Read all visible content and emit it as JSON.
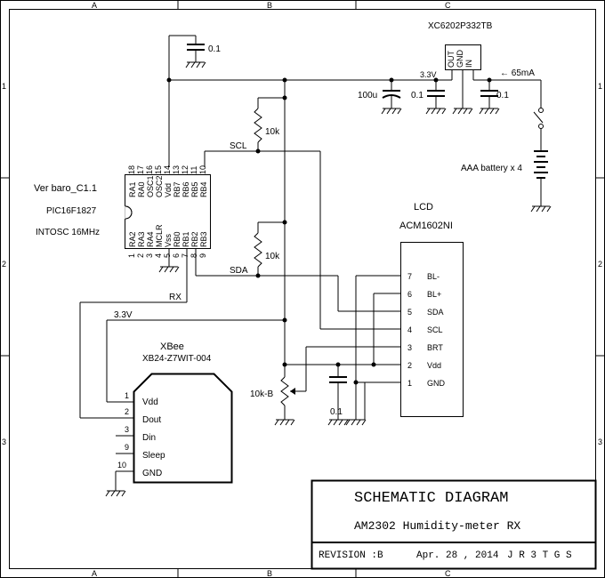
{
  "frame": {
    "col_labels": [
      "A",
      "B",
      "C"
    ],
    "row_labels": [
      "1",
      "2",
      "3"
    ]
  },
  "regulator": {
    "name": "XC6202P332TB",
    "pins": [
      "OUT",
      "GND",
      "IN"
    ],
    "output_label": "3.3V"
  },
  "capacitors": {
    "top": "0.1",
    "bulk": "100u",
    "reg_out": "0.1",
    "reg_in": "0.1",
    "lcd": "0.1"
  },
  "battery": {
    "current": "← 65mA",
    "label": "AAA battery x 4"
  },
  "mcu": {
    "title": "Ver baro_C1.1",
    "part": "PIC16F1827",
    "osc": "INTOSC 16MHz",
    "top_pin_names": [
      "RA1",
      "RA0",
      "OSC1",
      "OSC2",
      "Vdd",
      "RB7",
      "RB6",
      "RB5",
      "RB4"
    ],
    "top_pin_nums": [
      "18",
      "17",
      "16",
      "15",
      "14",
      "13",
      "12",
      "11",
      "10"
    ],
    "bottom_pin_names": [
      "RA2",
      "RA3",
      "RA4",
      "MCLR",
      "Vss",
      "RB0",
      "RB1",
      "RB2",
      "RB3"
    ],
    "bottom_pin_nums": [
      "1",
      "2",
      "3",
      "4",
      "5",
      "6",
      "7",
      "8",
      "9"
    ]
  },
  "nets": {
    "scl": "SCL",
    "sda": "SDA",
    "rx": "RX",
    "v33": "3.3V"
  },
  "resistors": {
    "r_scl": "10k",
    "r_sda": "10k",
    "pot": "10k-B"
  },
  "lcd": {
    "title": "LCD",
    "part": "ACM1602NI",
    "pins": [
      {
        "num": "7",
        "name": "BL-"
      },
      {
        "num": "6",
        "name": "BL+"
      },
      {
        "num": "5",
        "name": "SDA"
      },
      {
        "num": "4",
        "name": "SCL"
      },
      {
        "num": "3",
        "name": "BRT"
      },
      {
        "num": "2",
        "name": "Vdd"
      },
      {
        "num": "1",
        "name": "GND"
      }
    ]
  },
  "xbee": {
    "title": "XBee",
    "part": "XB24-Z7WIT-004",
    "pins": [
      {
        "num": "1",
        "name": "Vdd"
      },
      {
        "num": "2",
        "name": "Dout"
      },
      {
        "num": "3",
        "name": "Din"
      },
      {
        "num": "9",
        "name": "Sleep"
      },
      {
        "num": "10",
        "name": "GND"
      }
    ]
  },
  "title_block": {
    "heading": "SCHEMATIC DIAGRAM",
    "subtitle": "AM2302 Humidity-meter RX",
    "revision": "REVISION :B",
    "date": "Apr. 28 , 2014",
    "author": "J R 3 T G S"
  }
}
